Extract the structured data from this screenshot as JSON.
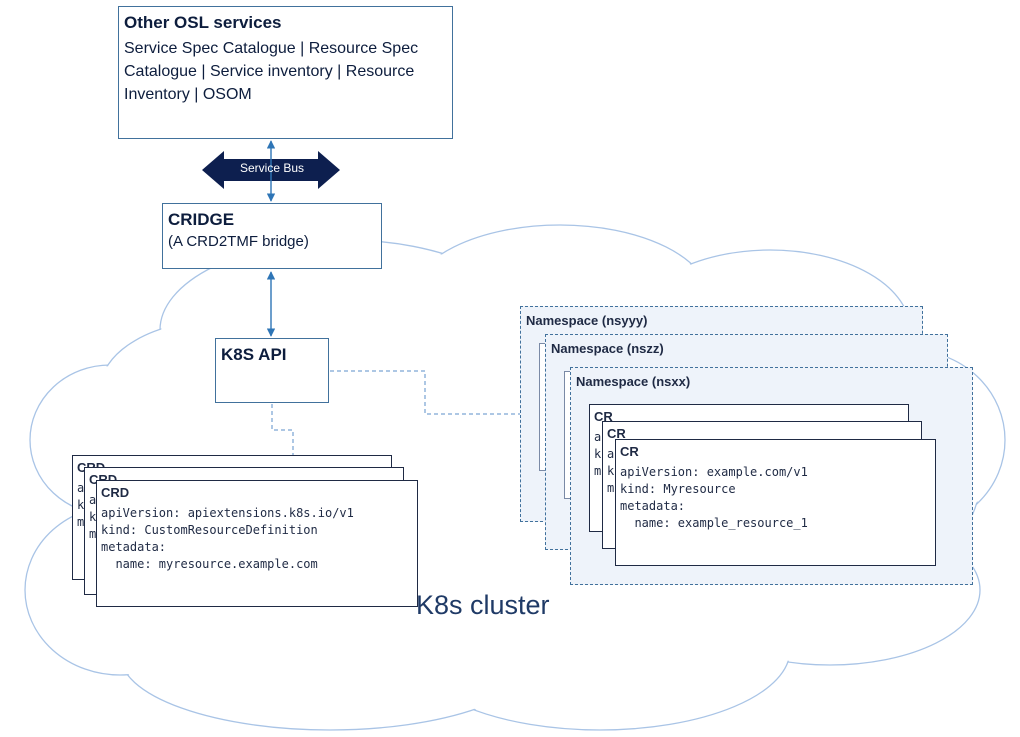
{
  "colors": {
    "cloud_stroke": "#a9c4e6",
    "box_border": "#41719c",
    "arrow": "#2e75b6",
    "bus_fill": "#0d1f4f",
    "namespace_fill": "#eef3fa",
    "dashed_link": "#5b8fc9"
  },
  "osl_services": {
    "title": "Other OSL services",
    "body": "Service Spec Catalogue | Resource Spec Catalogue | Service inventory | Resource Inventory | OSOM"
  },
  "service_bus": {
    "label": "Service Bus"
  },
  "cridge": {
    "title": "CRIDGE",
    "subtitle": "(A CRD2TMF bridge)"
  },
  "k8s_api": {
    "title": "K8S API"
  },
  "crd_stack": {
    "back_title": "CRD",
    "peek_lines": "a\nk\nm",
    "front": {
      "title": "CRD",
      "yaml": "apiVersion: apiextensions.k8s.io/v1\nkind: CustomResourceDefinition\nmetadata:\n  name: myresource.example.com"
    }
  },
  "namespaces": [
    {
      "label": "Namespace (nsyyy)"
    },
    {
      "label": "Namespace (nszz)"
    },
    {
      "label": "Namespace (nsxx)"
    }
  ],
  "cr_stack": {
    "back_title": "CR",
    "peek_lines": "a\nk\nm",
    "front": {
      "title": "CR",
      "yaml": "apiVersion: example.com/v1\nkind: Myresource\nmetadata:\n  name: example_resource_1"
    }
  },
  "cluster": {
    "label": "K8s cluster"
  }
}
